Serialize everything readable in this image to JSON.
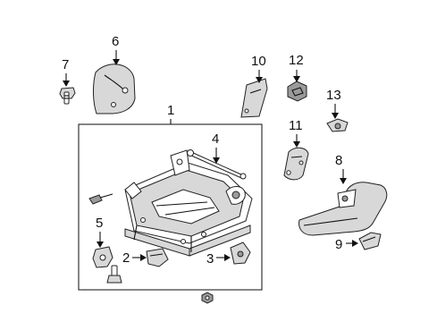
{
  "callouts": {
    "c1": "1",
    "c2": "2",
    "c3": "3",
    "c4": "4",
    "c5": "5",
    "c6": "6",
    "c7": "7",
    "c8": "8",
    "c9": "9",
    "c10": "10",
    "c11": "11",
    "c12": "12",
    "c13": "13"
  },
  "parts": [
    "seat-frame-adjuster",
    "clip",
    "clip",
    "rod",
    "clip-with-bolt",
    "side-shield-cover",
    "bolt",
    "outer-shield",
    "knob",
    "inner-cover",
    "inner-shield",
    "cap",
    "clip"
  ]
}
